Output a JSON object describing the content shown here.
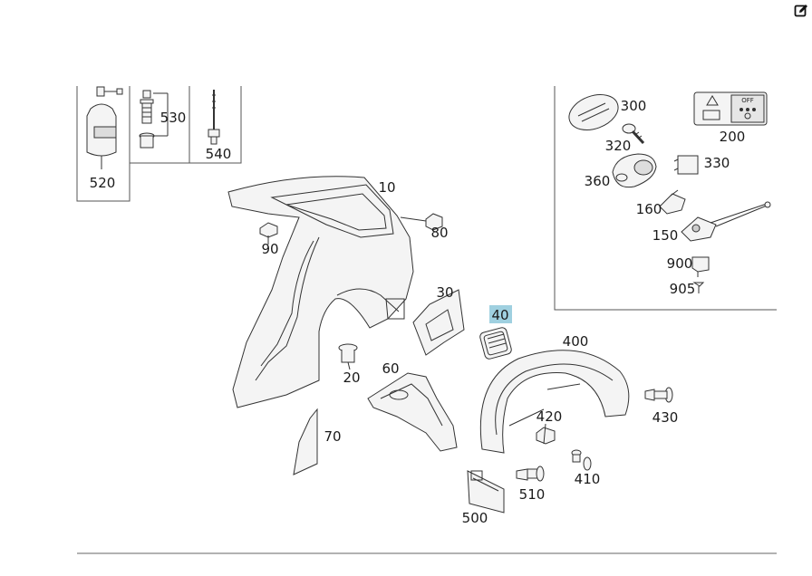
{
  "toolbar": {
    "edit_icon": "edit-icon"
  },
  "highlight_color": "#9fd0e0",
  "parts": {
    "p10": "10",
    "p20": "20",
    "p30": "30",
    "p40": "40",
    "p60": "60",
    "p70": "70",
    "p80": "80",
    "p90": "90",
    "p150": "150",
    "p160": "160",
    "p200": "200",
    "p300": "300",
    "p320": "320",
    "p330": "330",
    "p360": "360",
    "p400": "400",
    "p410": "410",
    "p420": "420",
    "p430": "430",
    "p500": "500",
    "p510": "510",
    "p520": "520",
    "p530": "530",
    "p540": "540",
    "p900": "900",
    "p905": "905"
  },
  "highlighted_part": "40",
  "label_200_off": "OFF"
}
